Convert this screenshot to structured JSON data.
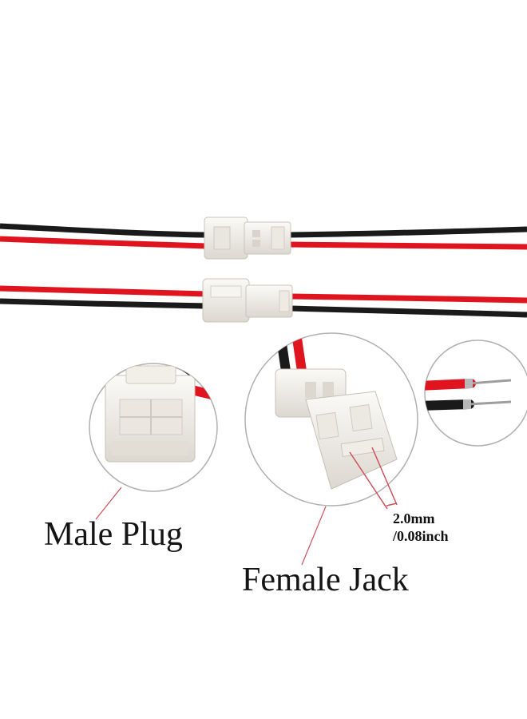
{
  "labels": {
    "male": "Male Plug",
    "female": "Female Jack",
    "pitch_mm": "2.0mm",
    "pitch_inch": "/0.08inch"
  },
  "colors": {
    "wire_red": "#e0141e",
    "wire_black": "#1a1a1a",
    "connector_white": "#f4f1ec",
    "circle_outline": "#b0b0b0",
    "callout_line": "#d0505a"
  }
}
